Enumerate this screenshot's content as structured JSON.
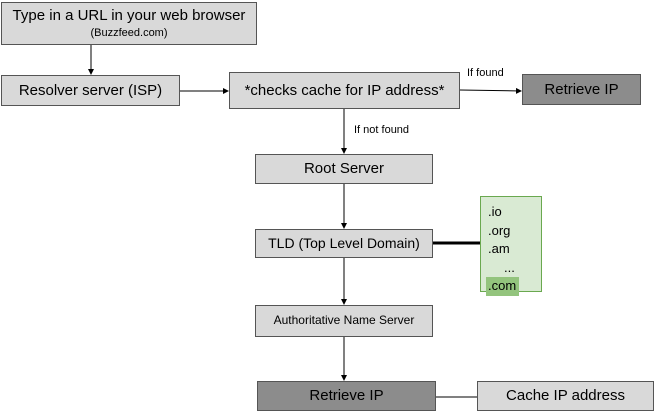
{
  "nodes": {
    "url": {
      "title": "Type in a URL in your web browser",
      "subtitle": "(Buzzfeed.com)"
    },
    "resolver": {
      "label": "Resolver server (ISP)"
    },
    "cache_check": {
      "label": "*checks cache for IP address*"
    },
    "retrieve_top": {
      "label": "Retrieve IP"
    },
    "root": {
      "label": "Root Server"
    },
    "tld": {
      "label": "TLD (Top Level Domain)"
    },
    "auth": {
      "label": "Authoritative Name Server"
    },
    "retrieve_bottom": {
      "label": "Retrieve IP"
    },
    "cache_ip": {
      "label": "Cache IP address"
    }
  },
  "edge_labels": {
    "if_found": "If found",
    "if_not_found": "If not found"
  },
  "tld_list": {
    "items": [
      ".io",
      ".org",
      ".am",
      "...",
      ".com"
    ],
    "highlighted": ".com"
  },
  "colors": {
    "box_fill": "#d9d9d9",
    "box_dark_fill": "#8c8c8c",
    "tld_fill": "#d9ead3",
    "tld_highlight": "#93c47d"
  }
}
